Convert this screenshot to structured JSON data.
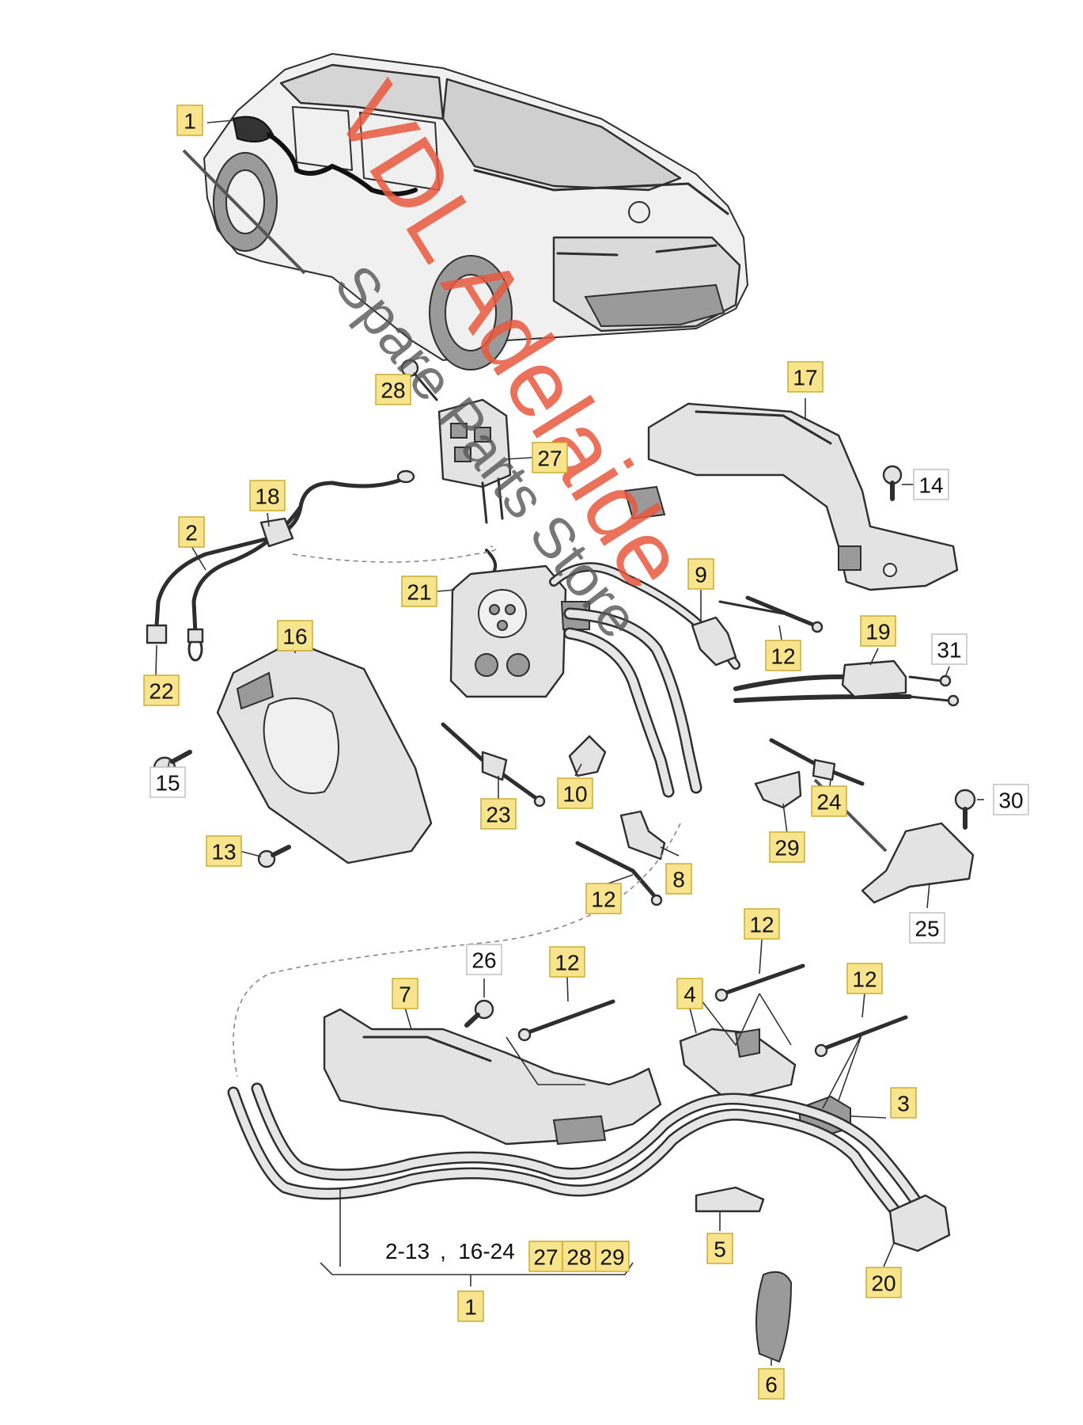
{
  "diagram": {
    "colors": {
      "callout_fill": "#f7e48c",
      "callout_stroke": "#c9a92a",
      "plain_callout_fill": "#ffffff",
      "plain_callout_stroke": "#bbbbbb",
      "watermark_primary": "#e8583e",
      "watermark_secondary": "#555555",
      "line": "#2e2e2e"
    },
    "callouts": {
      "c1_top": "1",
      "c2": "2",
      "c3": "3",
      "c4": "4",
      "c5": "5",
      "c6": "6",
      "c7": "7",
      "c8": "8",
      "c9": "9",
      "c10": "10",
      "c12_a": "12",
      "c12_b": "12",
      "c12_c": "12",
      "c12_d": "12",
      "c12_e": "12",
      "c13": "13",
      "c14": "14",
      "c15": "15",
      "c16": "16",
      "c17": "17",
      "c18": "18",
      "c19": "19",
      "c20": "20",
      "c21": "21",
      "c22": "22",
      "c23": "23",
      "c24": "24",
      "c25": "25",
      "c26": "26",
      "c27": "27",
      "c28": "28",
      "c29": "29",
      "c30": "30",
      "c31": "31",
      "c1_bottom": "1"
    },
    "assembly_range": {
      "range_a": "2-13",
      "separator": ",",
      "range_b": "16-24",
      "item_a": "27",
      "item_b": "28",
      "item_c": "29"
    },
    "watermark": {
      "line1": "VDL Adelaide",
      "line2": "Spare Parts Store"
    }
  }
}
